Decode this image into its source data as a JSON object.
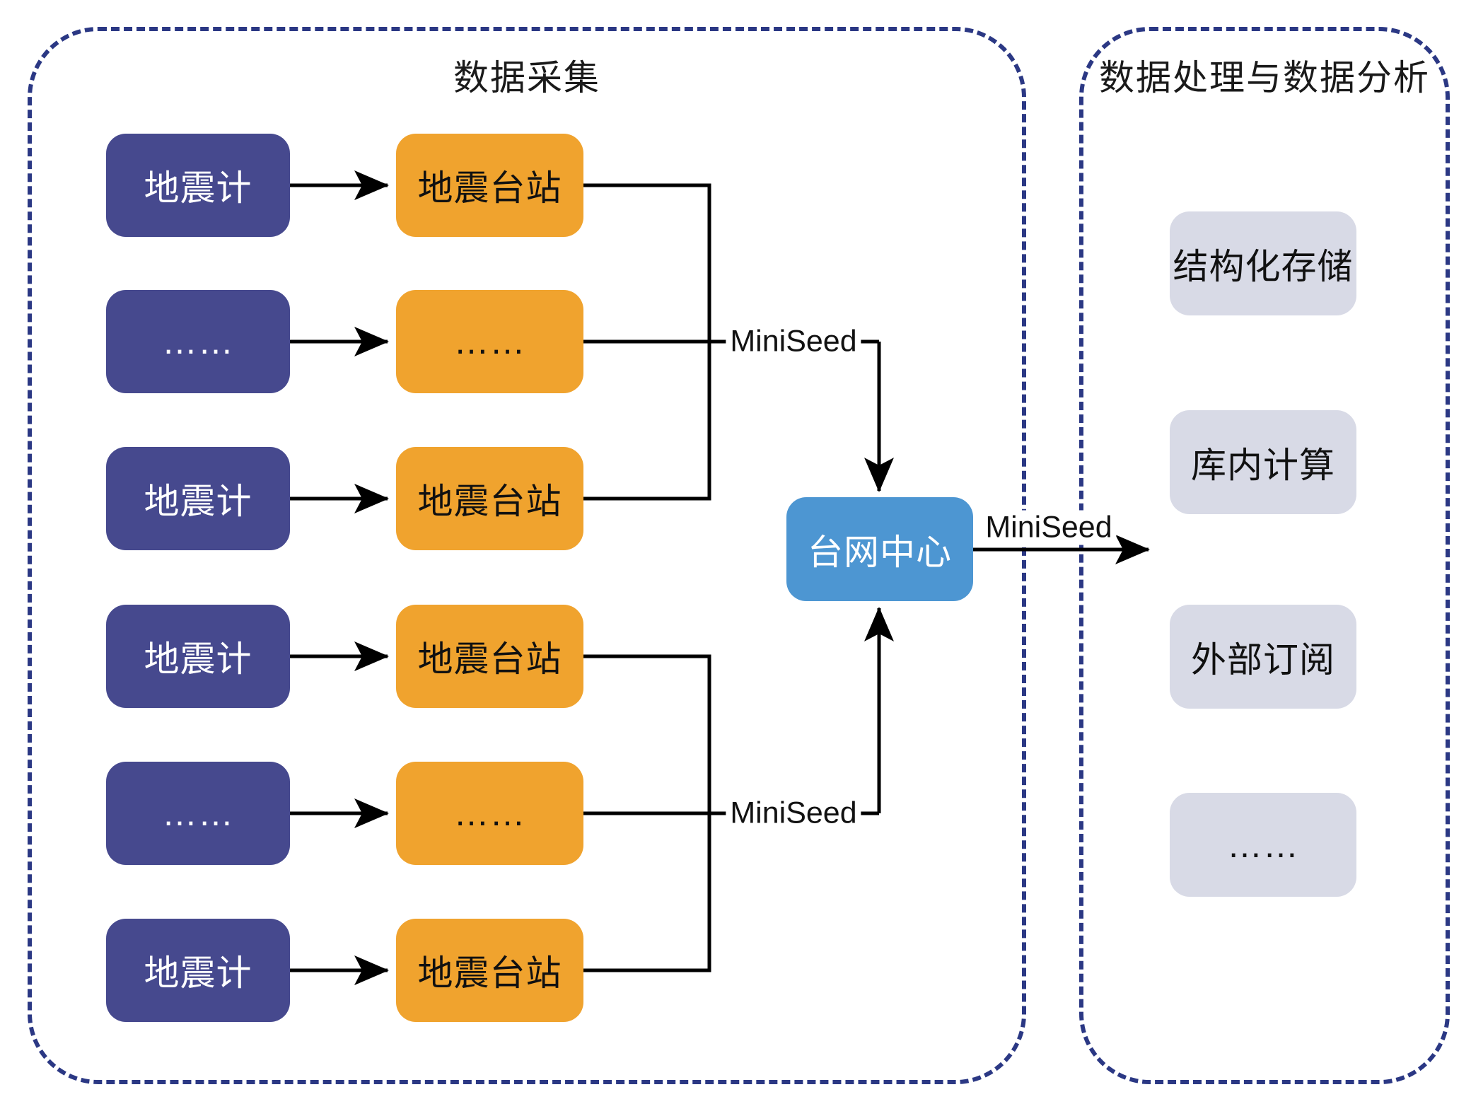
{
  "sections": {
    "collection": {
      "title": "数据采集",
      "rows": [
        {
          "sensor": "地震计",
          "station": "地震台站"
        },
        {
          "sensor": "……",
          "station": "……"
        },
        {
          "sensor": "地震计",
          "station": "地震台站"
        },
        {
          "sensor": "地震计",
          "station": "地震台站"
        },
        {
          "sensor": "……",
          "station": "……"
        },
        {
          "sensor": "地震计",
          "station": "地震台站"
        }
      ]
    },
    "processing": {
      "title": "数据处理与数据分析",
      "items": [
        "结构化存储",
        "库内计算",
        "外部订阅",
        "……"
      ]
    }
  },
  "network_center": {
    "label": "台网中心"
  },
  "flow_labels": {
    "top": "MiniSeed",
    "bottom": "MiniSeed",
    "output": "MiniSeed"
  },
  "colors": {
    "sensor_box": "#46498E",
    "station_box": "#F0A32E",
    "network_center_box": "#4D96D2",
    "processing_box": "#D8DAE6",
    "container_border": "#2B3884",
    "connector": "#000000",
    "sensor_text": "#FFFFFF",
    "station_text": "#111111"
  }
}
